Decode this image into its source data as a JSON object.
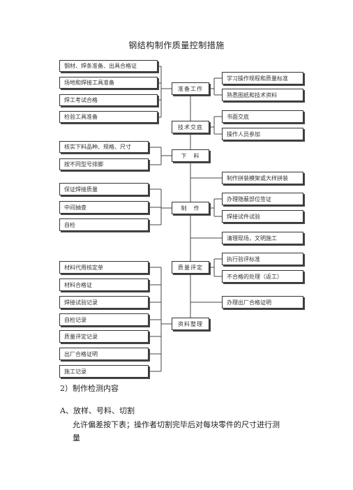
{
  "doc": {
    "title": "钢结构制作质量控制措施",
    "section_heading": "2）制作检测内容",
    "subsection_heading": "A、放样、号料、切割",
    "paragraph_line1": "允许偏差按下表；操作者切割完毕后对每块零件的尺寸进行测",
    "paragraph_line2": "量"
  },
  "flowchart": {
    "left_boxes": [
      "钢材、焊条准备、出具合格证",
      "场地和焊接工具准备",
      "焊工考试合格",
      "检验工具准备",
      "核实下料品种、规格、尺寸",
      "按不同型号排脚",
      "保证焊接质量",
      "中间抽查",
      "自检",
      "材料代用核定单",
      "材料合格证",
      "焊接试验记录",
      "自检记录",
      "质量评定记录",
      "出厂合格证明",
      "施工记录"
    ],
    "center_boxes": {
      "prep": "准备工作",
      "tech": "技术交底",
      "cut": "下　料",
      "make": "制　作",
      "quality": "质量评定",
      "docs": "资料整理"
    },
    "right_boxes": [
      "学习操作规程和质量标准",
      "熟悉图纸和技术资料",
      "书面交底",
      "操作人员参加",
      "制作拼装模架或大样拼装",
      "办理隐蔽部位签证",
      "焊接试件试验",
      "清理现场，文明施工",
      "执行验评标准",
      "不合格的处理（返工）",
      "办理出厂合格证明"
    ]
  }
}
